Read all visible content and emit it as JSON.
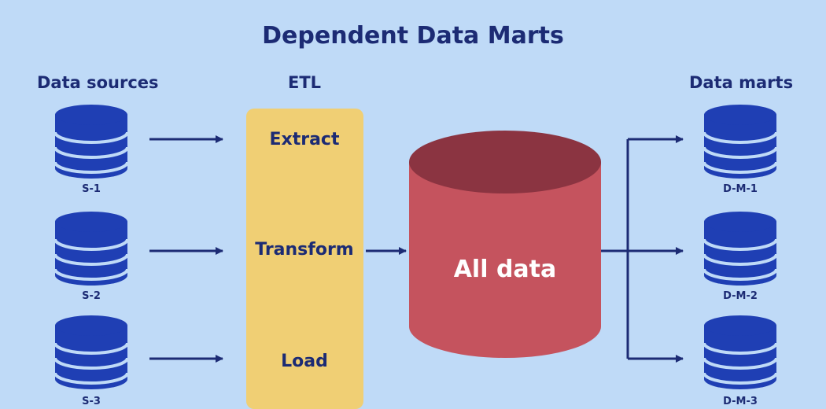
{
  "title": "Dependent Data Marts",
  "headers": {
    "sources": "Data sources",
    "etl": "ETL",
    "marts": "Data marts"
  },
  "sources": [
    "S-1",
    "S-2",
    "S-3"
  ],
  "etl_steps": [
    "Extract",
    "Transform",
    "Load"
  ],
  "center": "All data",
  "marts": [
    "D-M-1",
    "D-M-2",
    "D-M-3"
  ],
  "colors": {
    "background": "#bfdaf7",
    "text": "#1c2b74",
    "database": "#1f3fb4",
    "etl_box": "#f0cf74",
    "center_body": "#c5535e",
    "center_top": "#8b3441",
    "arrow": "#1c2b74"
  }
}
